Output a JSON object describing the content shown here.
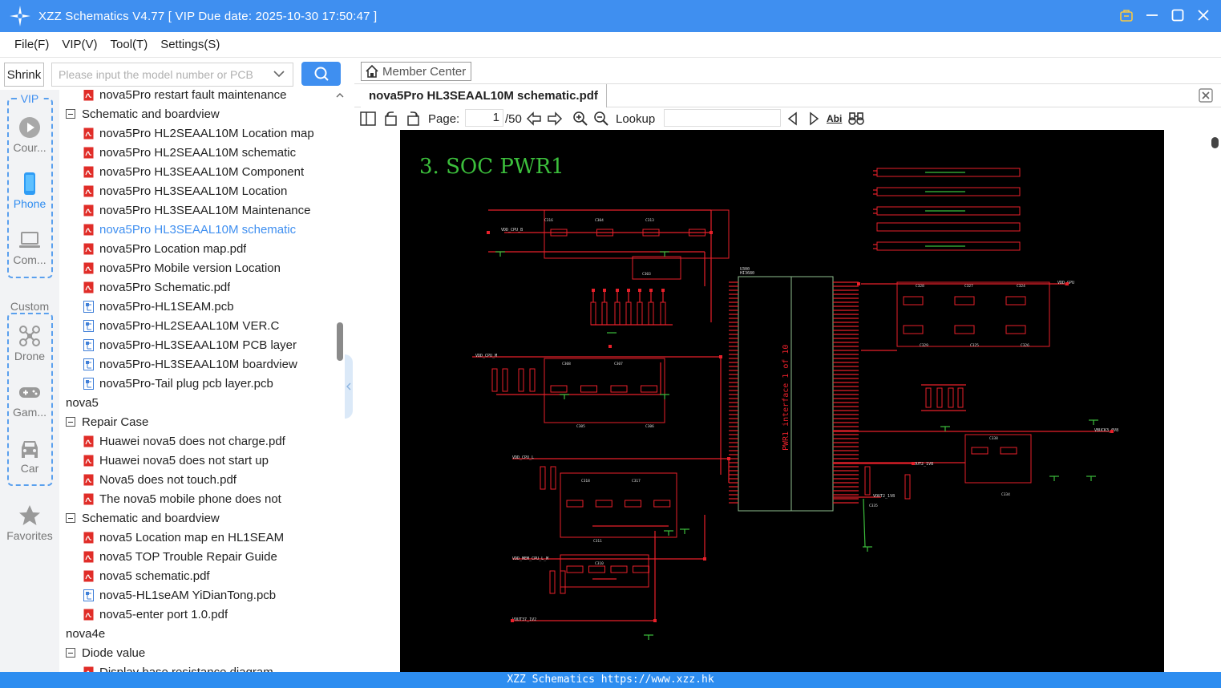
{
  "window": {
    "title": "XZZ Schematics V4.77 [ VIP Due date: 2025-10-30 17:50:47 ]"
  },
  "menu": [
    "File(F)",
    "VIP(V)",
    "Tool(T)",
    "Settings(S)"
  ],
  "search": {
    "shrink_label": "Shrink",
    "placeholder": "Please input the model number or PCB"
  },
  "sidebar": {
    "vip_label": "VIP",
    "custom_label": "Custom",
    "vip_items": [
      {
        "label": "Cour...",
        "icon": "play-icon"
      },
      {
        "label": "Phone",
        "icon": "phone-icon",
        "active": true
      },
      {
        "label": "Com...",
        "icon": "laptop-icon"
      }
    ],
    "custom_items": [
      {
        "label": "Drone",
        "icon": "drone-icon"
      },
      {
        "label": "Gam...",
        "icon": "gamepad-icon"
      },
      {
        "label": "Car",
        "icon": "car-icon"
      }
    ],
    "favorites_label": "Favorites"
  },
  "tree": [
    {
      "level": 2,
      "type": "pdf",
      "label": "nova5Pro restart fault maintenance"
    },
    {
      "level": 1,
      "type": "folder",
      "label": "Schematic and boardview"
    },
    {
      "level": 2,
      "type": "pdf",
      "label": "nova5Pro HL2SEAAL10M Location map"
    },
    {
      "level": 2,
      "type": "pdf",
      "label": "nova5Pro HL2SEAAL10M schematic"
    },
    {
      "level": 2,
      "type": "pdf",
      "label": "nova5Pro HL3SEAAL10M Component"
    },
    {
      "level": 2,
      "type": "pdf",
      "label": "nova5Pro HL3SEAAL10M Location"
    },
    {
      "level": 2,
      "type": "pdf",
      "label": "nova5Pro HL3SEAAL10M Maintenance"
    },
    {
      "level": 2,
      "type": "pdf",
      "label": "nova5Pro HL3SEAAL10M schematic",
      "selected": true
    },
    {
      "level": 2,
      "type": "pdf",
      "label": "nova5Pro Location map.pdf"
    },
    {
      "level": 2,
      "type": "pdf",
      "label": "nova5Pro Mobile version Location"
    },
    {
      "level": 2,
      "type": "pdf",
      "label": "nova5Pro Schematic.pdf"
    },
    {
      "level": 2,
      "type": "pcb",
      "label": "nova5Pro-HL1SEAM.pcb"
    },
    {
      "level": 2,
      "type": "pcb",
      "label": "nova5Pro-HL2SEAAL10M VER.C"
    },
    {
      "level": 2,
      "type": "pcb",
      "label": "nova5Pro-HL3SEAAL10M PCB layer"
    },
    {
      "level": 2,
      "type": "pcb",
      "label": "nova5Pro-HL3SEAAL10M boardview"
    },
    {
      "level": 2,
      "type": "pcb",
      "label": "nova5Pro-Tail plug pcb layer.pcb"
    },
    {
      "level": 0,
      "type": "folder",
      "label": "nova5"
    },
    {
      "level": 1,
      "type": "folder",
      "label": "Repair Case"
    },
    {
      "level": 2,
      "type": "pdf",
      "label": "Huawei nova5 does not charge.pdf"
    },
    {
      "level": 2,
      "type": "pdf",
      "label": "Huawei nova5 does not start up"
    },
    {
      "level": 2,
      "type": "pdf",
      "label": "Nova5 does not touch.pdf"
    },
    {
      "level": 2,
      "type": "pdf",
      "label": "The nova5 mobile phone does not"
    },
    {
      "level": 1,
      "type": "folder",
      "label": "Schematic and boardview"
    },
    {
      "level": 2,
      "type": "pdf",
      "label": "nova5 Location map en HL1SEAM"
    },
    {
      "level": 2,
      "type": "pdf",
      "label": "nova5 TOP Trouble Repair Guide"
    },
    {
      "level": 2,
      "type": "pdf",
      "label": "nova5 schematic.pdf"
    },
    {
      "level": 2,
      "type": "pcb",
      "label": "nova5-HL1seAM YiDianTong.pcb"
    },
    {
      "level": 2,
      "type": "pdf",
      "label": "nova5-enter port 1.0.pdf"
    },
    {
      "level": 0,
      "type": "folder",
      "label": "nova4e"
    },
    {
      "level": 1,
      "type": "folder",
      "label": "Diode value"
    },
    {
      "level": 2,
      "type": "pdf",
      "label": "Display base resistance diagram"
    }
  ],
  "viewer": {
    "member_center": "Member Center",
    "tab_title": "nova5Pro HL3SEAAL10M schematic.pdf",
    "page_label": "Page:",
    "page_current": "1",
    "page_total": "/50",
    "lookup_label": "Lookup",
    "abi_label": "Abi"
  },
  "schematic": {
    "heading": "3.  SOC PWR1",
    "ic_ref": "U300",
    "ic_part": "HI3680",
    "ic_side_text": "PWR1 interface 1 of 10",
    "nets_left": [
      "VDD_CPU_B",
      "VDD_CPU_M",
      "VDD_CPU_L",
      "VDD_MEM_CPU_L_M",
      "VOUT37_1V2"
    ],
    "nets_right": [
      "VDD_GPU",
      "VBUCK3_0V8",
      "VOUT2_1V8",
      "VOUT2_1V8"
    ],
    "caps": [
      "C316",
      "C304",
      "C313",
      "C303",
      "C308",
      "C307",
      "C305",
      "C306",
      "C318",
      "C317",
      "C311",
      "C310",
      "C328",
      "C327",
      "C324",
      "C329",
      "C325",
      "C326",
      "C338",
      "C334",
      "C335"
    ]
  },
  "status_text": "XZZ Schematics https://www.xzz.hk",
  "colors": {
    "accent": "#3f8ff0",
    "schematic_bg": "#000000",
    "trace_red": "#e8202a",
    "trace_green": "#3cbf3c"
  }
}
